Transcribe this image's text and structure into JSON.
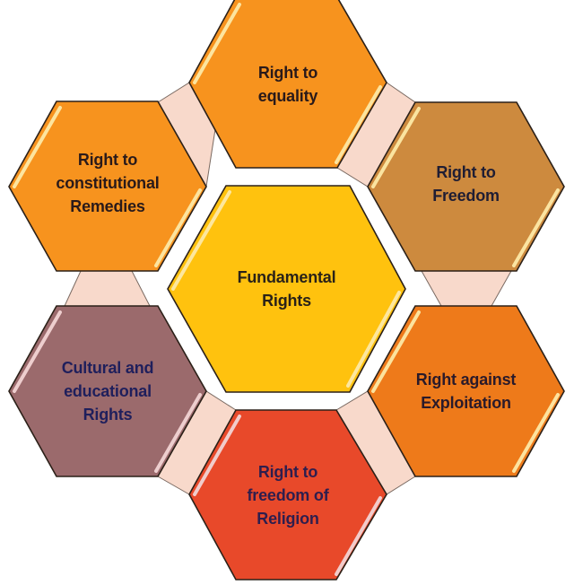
{
  "diagram": {
    "title": "Fundamental Rights",
    "center": {
      "lines": [
        "Fundamental",
        "Rights"
      ],
      "fill": "#ffc20e",
      "text_color": "#2a2218"
    },
    "nodes": [
      {
        "id": "equality",
        "lines": [
          "Right to",
          "equality"
        ],
        "fill": "#f7931e",
        "text_color": "#2a1a1a"
      },
      {
        "id": "freedom",
        "lines": [
          "Right to",
          "Freedom"
        ],
        "fill": "#cd8a3e",
        "text_color": "#1f1d33"
      },
      {
        "id": "exploitation",
        "lines": [
          "Right against",
          "Exploitation"
        ],
        "fill": "#ee7a1a",
        "text_color": "#2a1a2a"
      },
      {
        "id": "religion",
        "lines": [
          "Right to",
          "freedom of",
          "Religion"
        ],
        "fill": "#e8492a",
        "text_color": "#2e1e4e"
      },
      {
        "id": "cultural",
        "lines": [
          "Cultural and",
          "educational",
          "Rights"
        ],
        "fill": "#9b6a6c",
        "text_color": "#1f1f5c"
      },
      {
        "id": "constitutional",
        "lines": [
          "Right to",
          "constitutional",
          "Remedies"
        ],
        "fill": "#f7931e",
        "text_color": "#2a1a1a"
      }
    ],
    "connector_fill": "#f8d9cb",
    "outline_color": "#2b2018",
    "highlight_color": "#fde9a6"
  }
}
